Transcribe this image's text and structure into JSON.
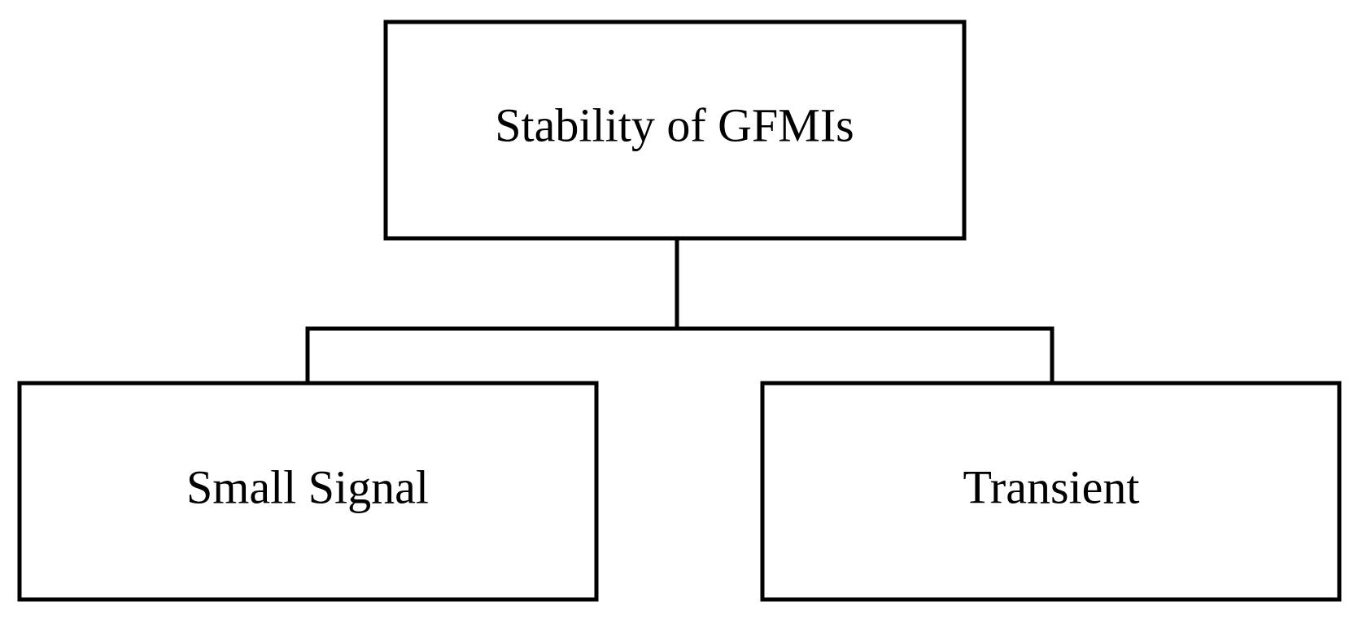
{
  "diagram": {
    "root": {
      "label": "Stability of GFMIs"
    },
    "children": [
      {
        "label": "Small Signal"
      },
      {
        "label": "Transient"
      }
    ]
  },
  "colors": {
    "stroke": "#000000",
    "fill": "#ffffff",
    "text": "#000000"
  }
}
